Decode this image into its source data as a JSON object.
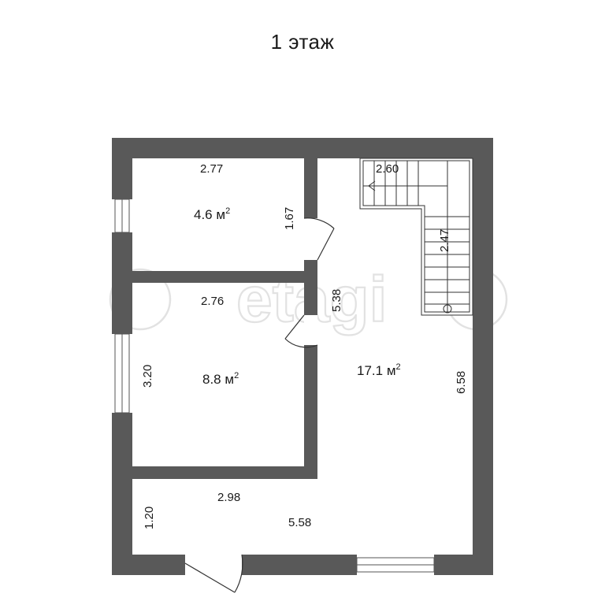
{
  "title": "1 этаж",
  "watermark": "etagi",
  "area_unit": "м",
  "area_unit_power": "2",
  "rooms": [
    {
      "id": "room-small",
      "area": "4.6",
      "width": "2.77",
      "height": "1.67"
    },
    {
      "id": "room-middle",
      "area": "8.8",
      "width": "2.76",
      "height": "3.20"
    },
    {
      "id": "room-hall",
      "area": "17.1",
      "width": "5.38",
      "height": "6.58"
    }
  ],
  "corridor": {
    "width": "5.58",
    "inner_width": "2.98",
    "height": "1.20"
  },
  "stairs": {
    "width": "2.60",
    "length": "2.47"
  },
  "colors": {
    "wall": "#595959",
    "line": "#333333",
    "watermark": "#e2e2e2"
  }
}
